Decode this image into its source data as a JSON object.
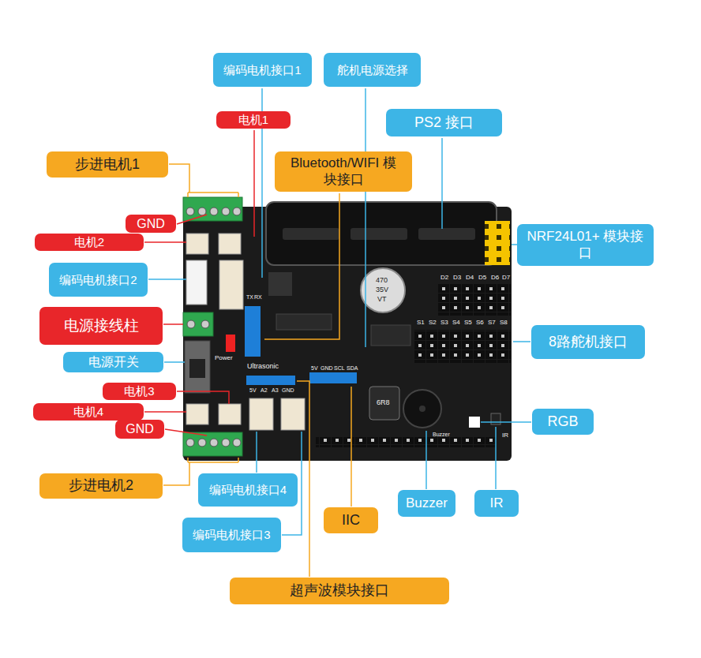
{
  "diagram": {
    "nodes": [
      {
        "text": [
          "编码电机接口1"
        ]
      },
      {
        "text": [
          "舵机电源选择"
        ]
      },
      {
        "text": [
          "PS2 接口"
        ]
      },
      {
        "text": [
          "电机1"
        ]
      },
      {
        "text": [
          "步进电机1"
        ]
      },
      {
        "text": [
          "Bluetooth/WIFI 模块接口"
        ]
      },
      {
        "text": [
          "GND"
        ]
      },
      {
        "text": [
          "NRF24L01+ 模块接口"
        ]
      },
      {
        "text": [
          "电机2"
        ]
      },
      {
        "text": [
          "编码电机接口2"
        ]
      },
      {
        "text": [
          "电源接线柱"
        ]
      },
      {
        "text": [
          "8路舵机接口"
        ]
      },
      {
        "text": [
          "电源开关"
        ]
      },
      {
        "text": [
          "电机3"
        ]
      },
      {
        "text": [
          "电机4"
        ]
      },
      {
        "text": [
          "RGB"
        ]
      },
      {
        "text": [
          "GND"
        ]
      },
      {
        "text": [
          "步进电机2"
        ]
      },
      {
        "text": [
          "编码电机接口4"
        ]
      },
      {
        "text": [
          "Buzzer"
        ]
      },
      {
        "text": [
          "IR"
        ]
      },
      {
        "text": [
          "IIC"
        ]
      },
      {
        "text": [
          "编码电机接口3"
        ]
      },
      {
        "text": [
          "超声波模块接口"
        ]
      }
    ],
    "labels": [
      "D2",
      "D3",
      "D4",
      "D5",
      "D6",
      "D7",
      "470",
      "35V",
      "VT",
      "TX",
      "RX",
      "S1",
      "S2",
      "S3",
      "S4",
      "S5",
      "S6",
      "S7",
      "S8",
      "Power",
      "Ultrasonic",
      "5V",
      "A2",
      "A3",
      "GND",
      "5V",
      "GND",
      "SCL",
      "SDA",
      "6R8",
      "Buzzer",
      "IR"
    ]
  }
}
